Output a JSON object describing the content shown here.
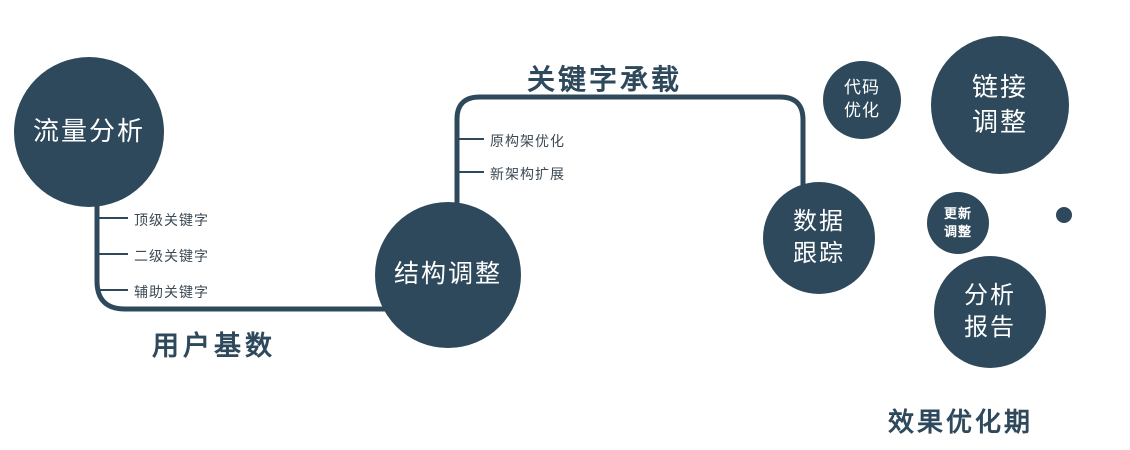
{
  "colors": {
    "primary": "#2e495c",
    "node_text": "#ffffff",
    "background": "#ffffff"
  },
  "nodes": {
    "traffic": {
      "label": "流量分析"
    },
    "structure": {
      "label": "结构调整"
    },
    "data_tracking": {
      "line1": "数据",
      "line2": "跟踪"
    },
    "code_optimization": {
      "line1": "代码",
      "line2": "优化"
    },
    "link_adjustment": {
      "line1": "链接",
      "line2": "调整"
    },
    "update_adjustment": {
      "line1": "更新",
      "line2": "调整"
    },
    "analysis_report": {
      "line1": "分析",
      "line2": "报告"
    }
  },
  "branches": {
    "traffic": [
      "顶级关键字",
      "二级关键字",
      "辅助关键字"
    ],
    "structure": [
      "原构架优化",
      "新架构扩展"
    ]
  },
  "edge_labels": {
    "user_base": "用户基数",
    "keyword_carry": "关键字承载"
  },
  "footer_label": "效果优化期"
}
